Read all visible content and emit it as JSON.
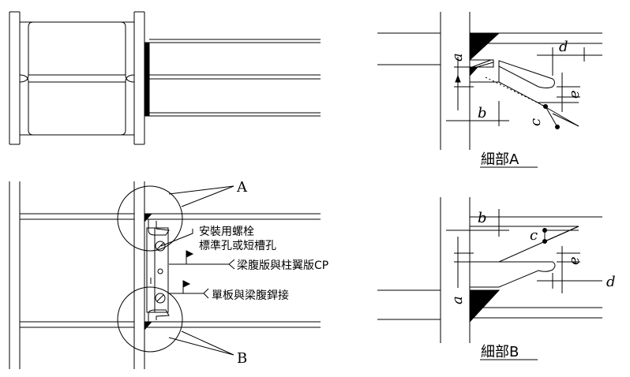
{
  "labels": {
    "callout_a": "A",
    "callout_b": "B",
    "bolt_note_line1": "安裝用螺栓",
    "bolt_note_line2": "標準孔或短槽孔",
    "cp_weld_note": "梁腹版與柱翼版CP",
    "plate_weld_note": "單板與梁腹銲接",
    "detail_a_title": "細部A",
    "detail_b_title": "細部B",
    "dim_a": "a",
    "dim_b": "b",
    "dim_c": "c",
    "dim_d": "d",
    "dim_e": "e"
  },
  "colors": {
    "line": "#000000",
    "background": "#ffffff"
  }
}
